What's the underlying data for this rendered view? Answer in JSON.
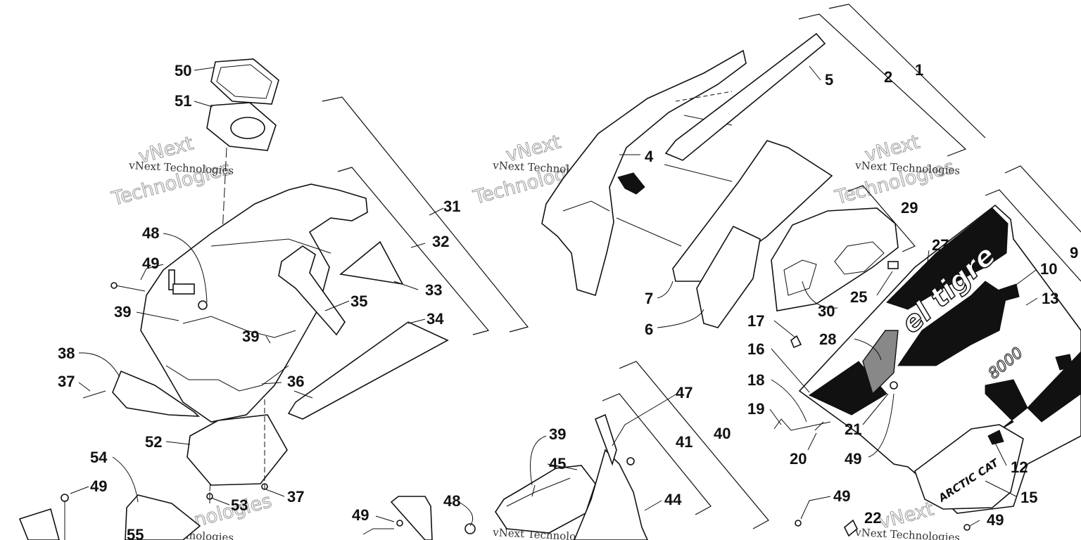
{
  "watermark": {
    "company": "vNext Technologies",
    "word1": "vNext",
    "word2": "Technologies"
  },
  "decal": {
    "brand": "ARCTIC CAT",
    "model": "el tigre",
    "number": "8000"
  },
  "callouts": {
    "c1": "1",
    "c2": "2",
    "c4": "4",
    "c5": "5",
    "c6": "6",
    "c7": "7",
    "c9": "9",
    "c10": "10",
    "c12": "12",
    "c13": "13",
    "c15": "15",
    "c16": "16",
    "c17": "17",
    "c18": "18",
    "c19": "19",
    "c20": "20",
    "c21": "21",
    "c22": "22",
    "c25": "25",
    "c27": "27",
    "c28": "28",
    "c29": "29",
    "c30": "30",
    "c31": "31",
    "c32": "32",
    "c33": "33",
    "c34": "34",
    "c35": "35",
    "c36": "36",
    "c37a": "37",
    "c37b": "37",
    "c38": "38",
    "c39a": "39",
    "c39b": "39",
    "c39c": "39",
    "c40": "40",
    "c41": "41",
    "c44": "44",
    "c45": "45",
    "c47": "47",
    "c48a": "48",
    "c48b": "48",
    "c49a": "49",
    "c49b": "49",
    "c49c": "49",
    "c49d": "49",
    "c49e": "49",
    "c49f": "49",
    "c50": "50",
    "c51": "51",
    "c52": "52",
    "c53": "53",
    "c54": "54",
    "c55": "55"
  }
}
